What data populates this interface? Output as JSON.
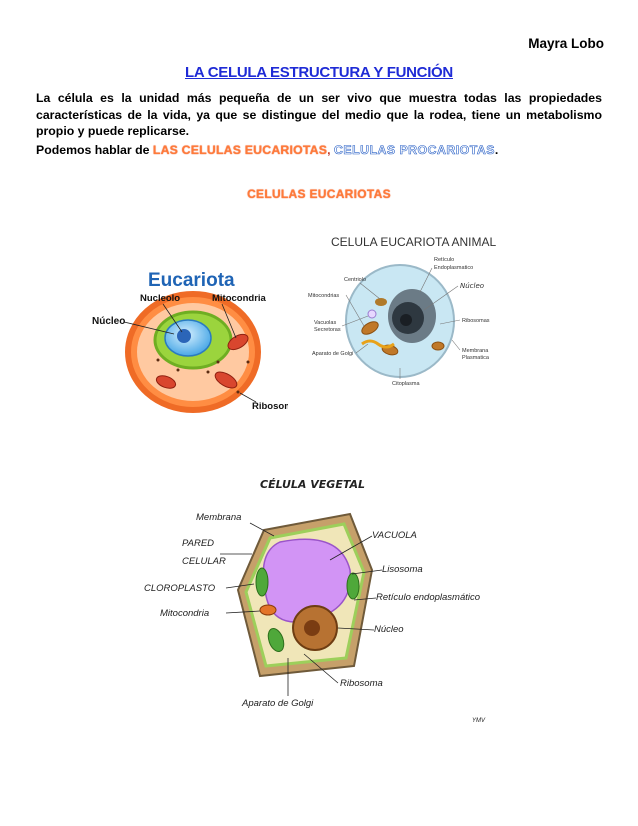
{
  "header": {
    "author": "Mayra Lobo"
  },
  "title": "LA CELULA ESTRUCTURA Y FUNCIÓN",
  "intro": "La célula es la unidad más pequeña de un ser vivo que muestra todas las propiedades características de la vida, ya que se distingue del medio que la rodea, tiene un metabolismo propio y puede replicarse.",
  "types_line": {
    "prefix": "Podemos hablar de ",
    "euk": "LAS CELULAS EUCARIOTAS",
    "sep": ",",
    "prok": "CELULAS PROCARIOTAS",
    "suffix": "."
  },
  "section_title": "CELULAS EUCARIOTAS",
  "fig_eucariota": {
    "title": "Eucariota",
    "labels": {
      "nucleolo": "Nucleolo",
      "mitocondria": "Mitocondria",
      "nucleo": "Núcleo",
      "ribosomas": "Ribosomas"
    }
  },
  "fig_animal": {
    "title": "CELULA EUCARIOTA ANIMAL",
    "labels": {
      "centriolo": "Centriolo",
      "reticulo": "Retículo",
      "reticulo2": "Endoplasmatico",
      "nucleo": "Núcleo",
      "mitocondrias": "Mitocondrias",
      "ribosomas": "Ribosomas",
      "vacuolas": "Vacuolas",
      "secretoras": "Secretoras",
      "golgi": "Aparato de Golgi",
      "membrana": "Membrana",
      "plasmatica": "Plasmatica",
      "citoplasma": "Citoplasma"
    }
  },
  "fig_vegetal": {
    "title": "CÉLULA VEGETAL",
    "labels": {
      "membrana": "Membrana",
      "pared": "PARED",
      "celular": "CELULAR",
      "cloroplasto": "CLOROPLASTO",
      "mitocondria": "Mitocondria",
      "vacuola": "VACUOLA",
      "lisosoma": "Lisosoma",
      "reticulo": "Retículo endoplasmático",
      "nucleo": "Núcleo",
      "ribosoma": "Ribosoma",
      "golgi": "Aparato de Golgi"
    },
    "signature": "YMV"
  }
}
